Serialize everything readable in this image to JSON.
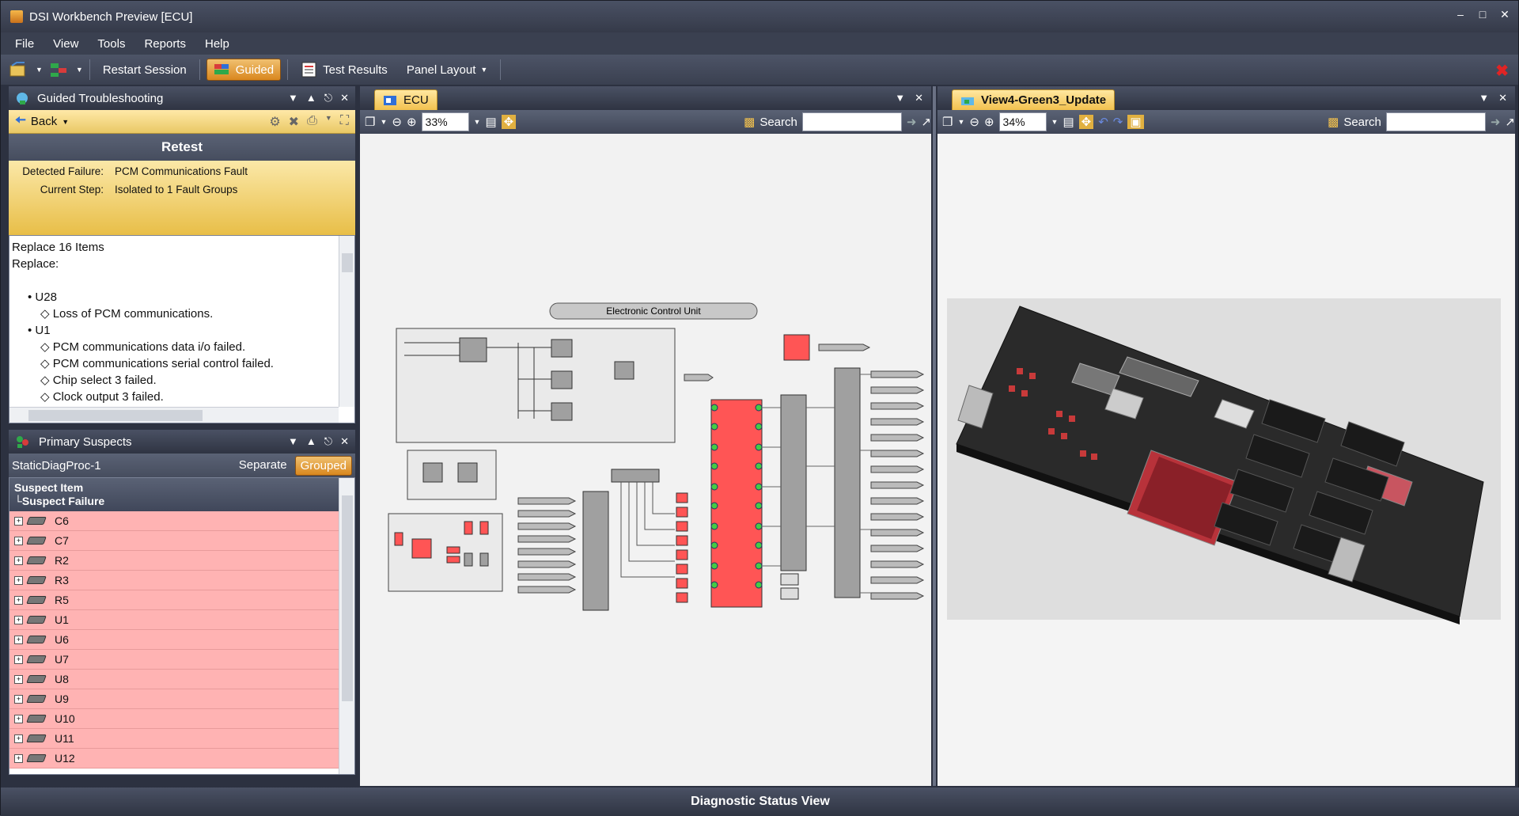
{
  "window": {
    "title": "DSI Workbench Preview [ECU]"
  },
  "menu": [
    "File",
    "View",
    "Tools",
    "Reports",
    "Help"
  ],
  "toolbar": {
    "restart_label": "Restart Session",
    "guided_label": "Guided",
    "test_results_label": "Test Results",
    "panel_layout_label": "Panel Layout"
  },
  "guided": {
    "panel_title": "Guided Troubleshooting",
    "back_label": "Back",
    "heading": "Retest",
    "detected_failure_key": "Detected Failure:",
    "detected_failure_value": "PCM Communications Fault",
    "current_step_key": "Current Step:",
    "current_step_value": "Isolated to 1 Fault Groups",
    "lines": [
      "Replace 16 Items",
      "Replace:",
      "",
      "U28",
      "Loss of PCM communications.",
      "U1",
      "PCM communications data i/o failed.",
      "PCM communications serial control failed.",
      "Chip select 3 failed.",
      "Clock output 3 failed."
    ]
  },
  "suspects": {
    "panel_title": "Primary Suspects",
    "proc_name": "StaticDiagProc-1",
    "separate_label": "Separate",
    "grouped_label": "Grouped",
    "col_item": "Suspect Item",
    "col_failure": "└Suspect Failure",
    "items": [
      "C6",
      "C7",
      "R2",
      "R3",
      "R5",
      "U1",
      "U6",
      "U7",
      "U8",
      "U9",
      "U10",
      "U11",
      "U12"
    ]
  },
  "ecu_view": {
    "tab": "ECU",
    "zoom": "33%",
    "search_label": "Search",
    "diagram_title": "Electronic Control Unit"
  },
  "board_view": {
    "tab": "View4-Green3_Update",
    "zoom": "34%",
    "search_label": "Search"
  },
  "status": {
    "text": "Diagnostic Status View"
  },
  "colors": {
    "accent": "#f2c14e",
    "fault": "#ff4d4d",
    "suspect_row": "#ffb3b3"
  }
}
